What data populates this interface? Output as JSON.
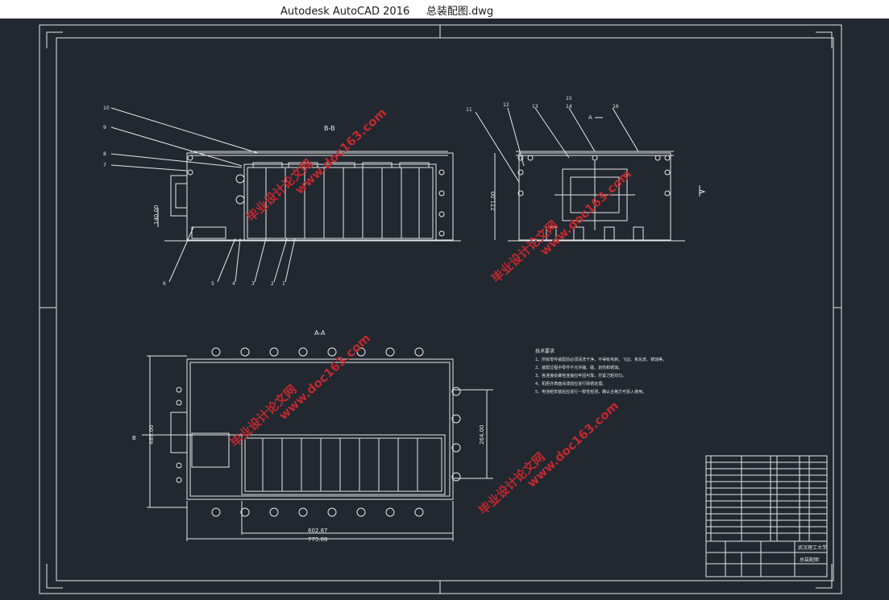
{
  "window": {
    "title": "Autodesk AutoCAD 2016     总装配图.dwg",
    "app_name": "Autodesk AutoCAD 2016",
    "file_name": "总装配图.dwg"
  },
  "colors": {
    "background": "#212830",
    "line": "#e6e6e6",
    "watermark": "#c0282e",
    "titlebar": "#ffffff"
  },
  "drawing": {
    "section_bb_label": "B-B",
    "section_aa_label": "A-A",
    "view_a_label": "A",
    "dim_height": "140.00",
    "dim_right_height": "271.00",
    "dim_width_inner": "602.87",
    "dim_width_outer": "775.08",
    "dim_aa_height": "489.00",
    "dim_aa_right": "264.00",
    "part_numbers_top": [
      "10",
      "9",
      "8",
      "7"
    ],
    "part_numbers_bottom": [
      "6",
      "5",
      "4",
      "3",
      "2",
      "1"
    ],
    "part_numbers_side": [
      "11",
      "12",
      "13",
      "14",
      "15",
      "16"
    ],
    "notes_title": "技术要求",
    "notes": [
      "1、所有零件装配前必须清洗干净，不得有毛刺、飞边、氧化皮、锈蚀等。",
      "2、装配过程中零件不允许磕、碰、划伤和锈蚀。",
      "3、各连接处螺栓连接应牢固可靠，拧紧力矩均匀。",
      "4、机柜外表面涂漆前应进行除锈处理。",
      "5、电池组安装后应进行一致性检测，确认合格方可投入使用。"
    ],
    "title_block_school": "武汉理工大学",
    "title_block_drawing": "总装配图"
  },
  "watermark": {
    "text_cn": "毕业设计论文网",
    "text_url": "www.doc163.com"
  }
}
